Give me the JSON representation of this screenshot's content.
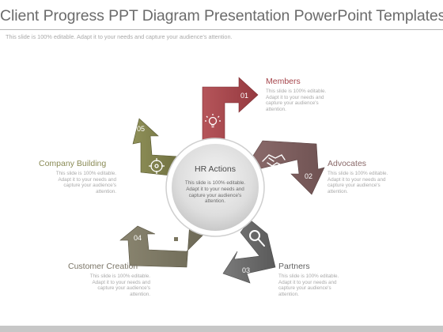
{
  "title": "Client Progress PPT Diagram Presentation PowerPoint Templates",
  "subtitle": "This slide is 100% editable. Adapt it to your needs and capture your audience's attention.",
  "center": {
    "title": "HR Actions",
    "description": "This slide is 100% editable. Adapt it to your needs and capture your audience's attention."
  },
  "items": [
    {
      "number": "01",
      "label": "Members",
      "description": "This slide is 100% editable. Adapt it to your needs and capture your audience's attention.",
      "icon": "lightbulb-icon",
      "color": "#a5454b"
    },
    {
      "number": "02",
      "label": "Advocates",
      "description": "This slide is 100% editable. Adapt it to your needs and capture your audience's attention.",
      "icon": "handshake-icon",
      "color": "#7b5e5e"
    },
    {
      "number": "03",
      "label": "Partners",
      "description": "This slide is 100% editable. Adapt it to your needs and capture your audience's attention.",
      "icon": "magnifier-icon",
      "color": "#6a6a6a"
    },
    {
      "number": "04",
      "label": "Customer Creation",
      "description": "This slide is 100% editable. Adapt it to your needs and capture your audience's attention.",
      "icon": "puzzle-icon",
      "color": "#7a7660"
    },
    {
      "number": "05",
      "label": "Company Building",
      "description": "This slide is 100% editable. Adapt it to your needs and capture your audience's attention.",
      "icon": "target-icon",
      "color": "#7e7f4c"
    }
  ]
}
